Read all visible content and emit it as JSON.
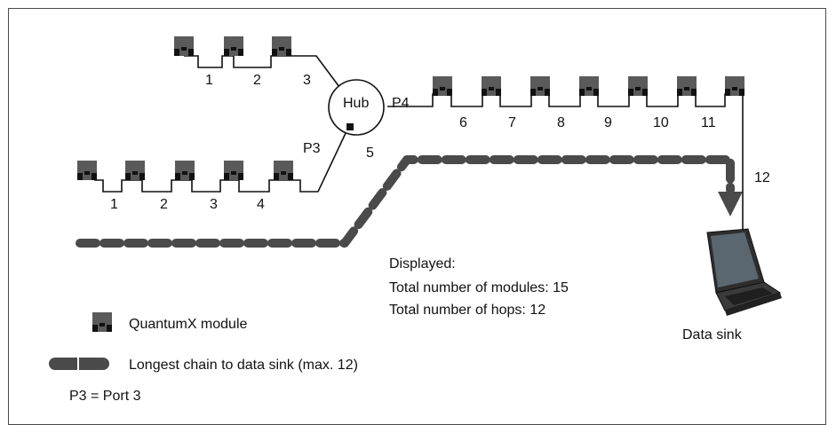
{
  "colors": {
    "module": "#5a5a5a",
    "chain": "#4a4a4a",
    "wire": "#111111"
  },
  "hub": {
    "label": "Hub",
    "port_p4": "P4",
    "port_p3": "P3",
    "port_number": "5"
  },
  "top_branch": {
    "hop_labels": [
      "1",
      "2",
      "3"
    ]
  },
  "bottom_branch": {
    "hop_labels": [
      "1",
      "2",
      "3",
      "4"
    ]
  },
  "right_chain": {
    "hop_labels": [
      "6",
      "7",
      "8",
      "9",
      "10",
      "11"
    ],
    "final_hop_label": "12"
  },
  "info": {
    "heading": "Displayed:",
    "modules_line": "Total number of modules: 15",
    "hops_line": "Total number of hops: 12"
  },
  "data_sink": {
    "label": "Data sink",
    "icon": "laptop-icon"
  },
  "legend": {
    "module_label": "QuantumX module",
    "chain_label": "Longest chain to data sink (max. 12)",
    "port_note": "P3 = Port 3"
  }
}
